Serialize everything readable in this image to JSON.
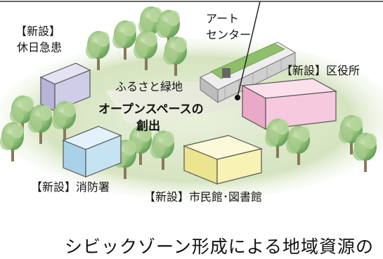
{
  "labels": {
    "kyujitsu_new": "【新設】",
    "kyujitsu_name": "休日急患",
    "art_line1": "アート",
    "art_line2": "センター",
    "furusato": "ふるさと緑地",
    "kuyakusho": "【新設】区役所",
    "open_space_line1": "オープンスペースの",
    "open_space_line2": "創出",
    "shobo": "【新設】消防署",
    "shimin": "【新設】市民館･図書館"
  },
  "caption": "シビックゾーン形成による地域資源の",
  "colors": {
    "lawn": "#d4e4c0",
    "tree_dark": "#4f8a4f",
    "tree_light": "#a9c98f",
    "kyujitsu": "#d0cde8",
    "kuyakusho": "#f6c9de",
    "shobo": "#c6e3f2",
    "shimin": "#f8f3b4",
    "art_center": "#d9d9d9"
  }
}
